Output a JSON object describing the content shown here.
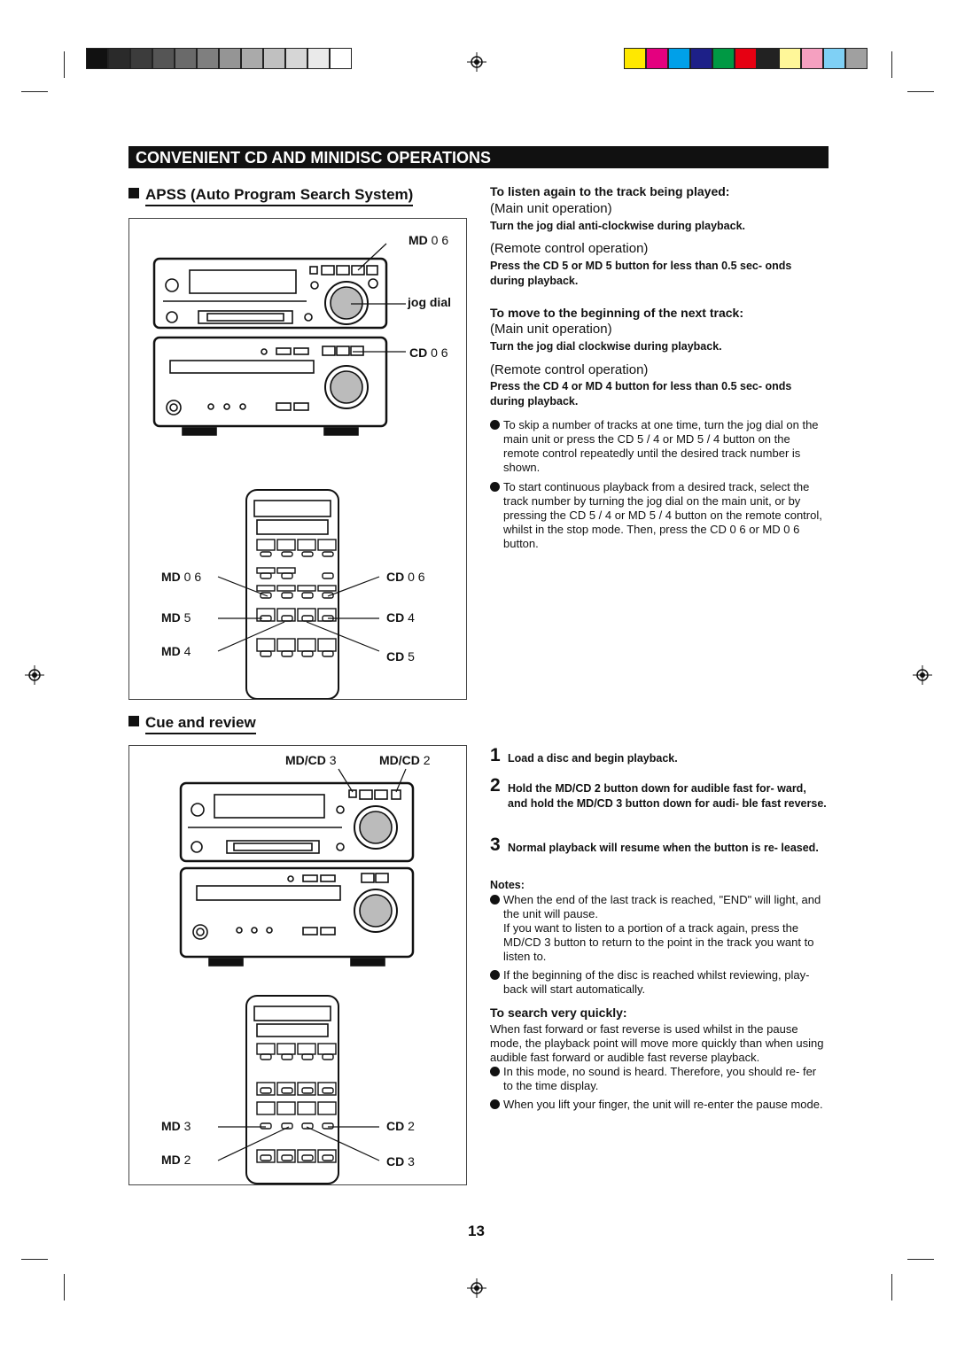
{
  "banner": "CONVENIENT CD AND MINIDISC OPERATIONS",
  "apss": {
    "heading": "APSS (Auto Program Search System)",
    "labels": {
      "md06_b": "MD",
      "md06_n": " 0 6",
      "jog": "jog dial",
      "cd06_b": "CD",
      "cd06_n": " 0 6",
      "rmd06_b": "MD",
      "rmd06_n": " 0 6",
      "rmd5_b": "MD",
      "rmd5_n": " 5",
      "rmd4_b": "MD",
      "rmd4_n": " 4",
      "rcd06_b": "CD",
      "rcd06_n": " 0 6",
      "rcd4_b": "CD",
      "rcd4_n": " 4",
      "rcd5_b": "CD",
      "rcd5_n": " 5"
    }
  },
  "cue": {
    "heading": "Cue and review",
    "labels": {
      "mdcd3_b": "MD/CD",
      "mdcd3_n": " 3",
      "mdcd2_b": "MD/CD",
      "mdcd2_n": " 2",
      "md3_b": "MD",
      "md3_n": " 3",
      "md2_b": "MD",
      "md2_n": " 2",
      "cd2_b": "CD",
      "cd2_n": " 2",
      "cd3_b": "CD",
      "cd3_n": " 3"
    }
  },
  "listen_again": {
    "title": "To listen again to the track being played:",
    "main_op": "(Main unit operation)",
    "main_text": "Turn the jog dial anti-clockwise during playback.",
    "remote_op": "(Remote control operation)",
    "remote_text": "Press the CD 5    or MD 5    button for less than 0.5 sec- onds during playback."
  },
  "next_track": {
    "title": "To move to the beginning of the next track:",
    "main_op": "(Main unit operation)",
    "main_text": "Turn the jog dial clockwise during playback.",
    "remote_op": "(Remote control operation)",
    "remote_text": "Press the CD 4    or MD 4    button for less than 0.5 sec- onds during playback."
  },
  "bullets": [
    "To skip a number of tracks at one time, turn the jog dial on the main unit or press the CD 5    / 4    or MD 5    / 4    button on the remote control repeatedly until the desired track number is shown.",
    "To start continuous playback from a desired track, select the track number by turning the jog dial on the main unit, or by pressing the CD 5    / 4    or MD 5    / 4    button on the remote control, whilst in the stop mode. Then, press the CD 0 6 or MD 0 6 button."
  ],
  "steps": [
    {
      "num": "1",
      "text": "Load a disc and begin playback."
    },
    {
      "num": "2",
      "text": "Hold the MD/CD 2    button down for audible fast for- ward, and hold the MD/CD 3    button down for audi- ble fast reverse."
    },
    {
      "num": "3",
      "text": "Normal playback will resume when the button is re- leased."
    }
  ],
  "notes": {
    "title": "Notes:",
    "items": [
      "When the end of the last track is reached, \"END\" will light, and the unit will pause.",
      "If the beginning of the disc is reached whilst reviewing, play- back will start automatically."
    ],
    "extra": "If you want to listen to a portion of a track again, press the MD/CD 3    button to return to the point in the track you want to listen to."
  },
  "search": {
    "title": "To search very quickly:",
    "text": "When fast forward or fast reverse is used whilst in the pause mode, the playback point will move more quickly than when using audible fast forward or audible fast reverse playback.",
    "items": [
      "In this mode, no sound is heard. Therefore, you should re- fer to the time display.",
      "When you lift your finger, the unit will re-enter the pause mode."
    ]
  },
  "page_number": "13",
  "colors": {
    "gray_bar": [
      "#111111",
      "#2a2a2a",
      "#3c3c3c",
      "#555555",
      "#6a6a6a",
      "#7f7f7f",
      "#959595",
      "#aaaaaa",
      "#c0c0c0",
      "#d6d6d6",
      "#eaeaea",
      "#ffffff"
    ],
    "color_bar": [
      "#ffe800",
      "#e4007f",
      "#00a0e9",
      "#1d2088",
      "#009944",
      "#e60012",
      "#222222",
      "#fff799",
      "#f5a0c0",
      "#7fd0f5",
      "#a0a0a0"
    ]
  }
}
